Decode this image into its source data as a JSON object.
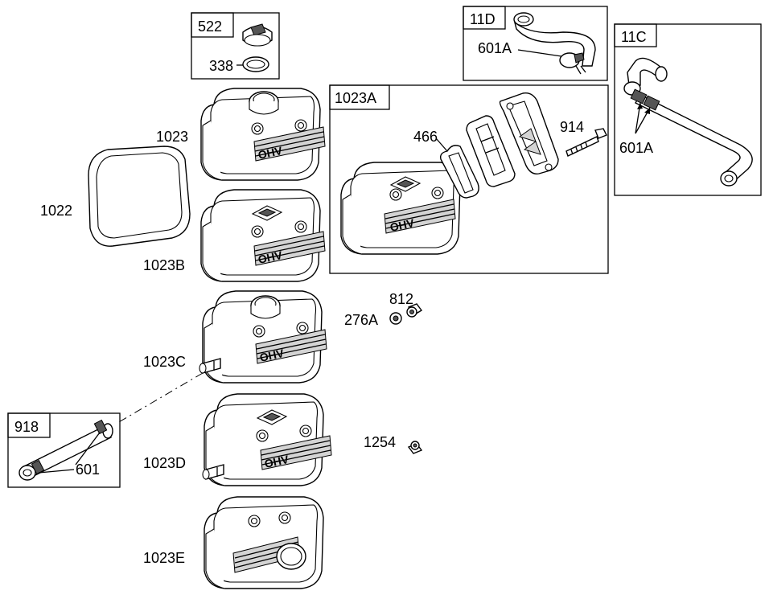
{
  "callouts": {
    "c522": "522",
    "c338": "338",
    "c11D": "11D",
    "c601A_11D": "601A",
    "c11C": "11C",
    "c601A_11C": "601A",
    "c1023A": "1023A",
    "c466": "466",
    "c914": "914",
    "c1023": "1023",
    "c1022": "1022",
    "c1023B": "1023B",
    "c812": "812",
    "c276A": "276A",
    "c1023C": "1023C",
    "c918": "918",
    "c601": "601",
    "c1023D": "1023D",
    "c1254": "1254",
    "c1023E": "1023E"
  },
  "cover_lettering": "OHV"
}
